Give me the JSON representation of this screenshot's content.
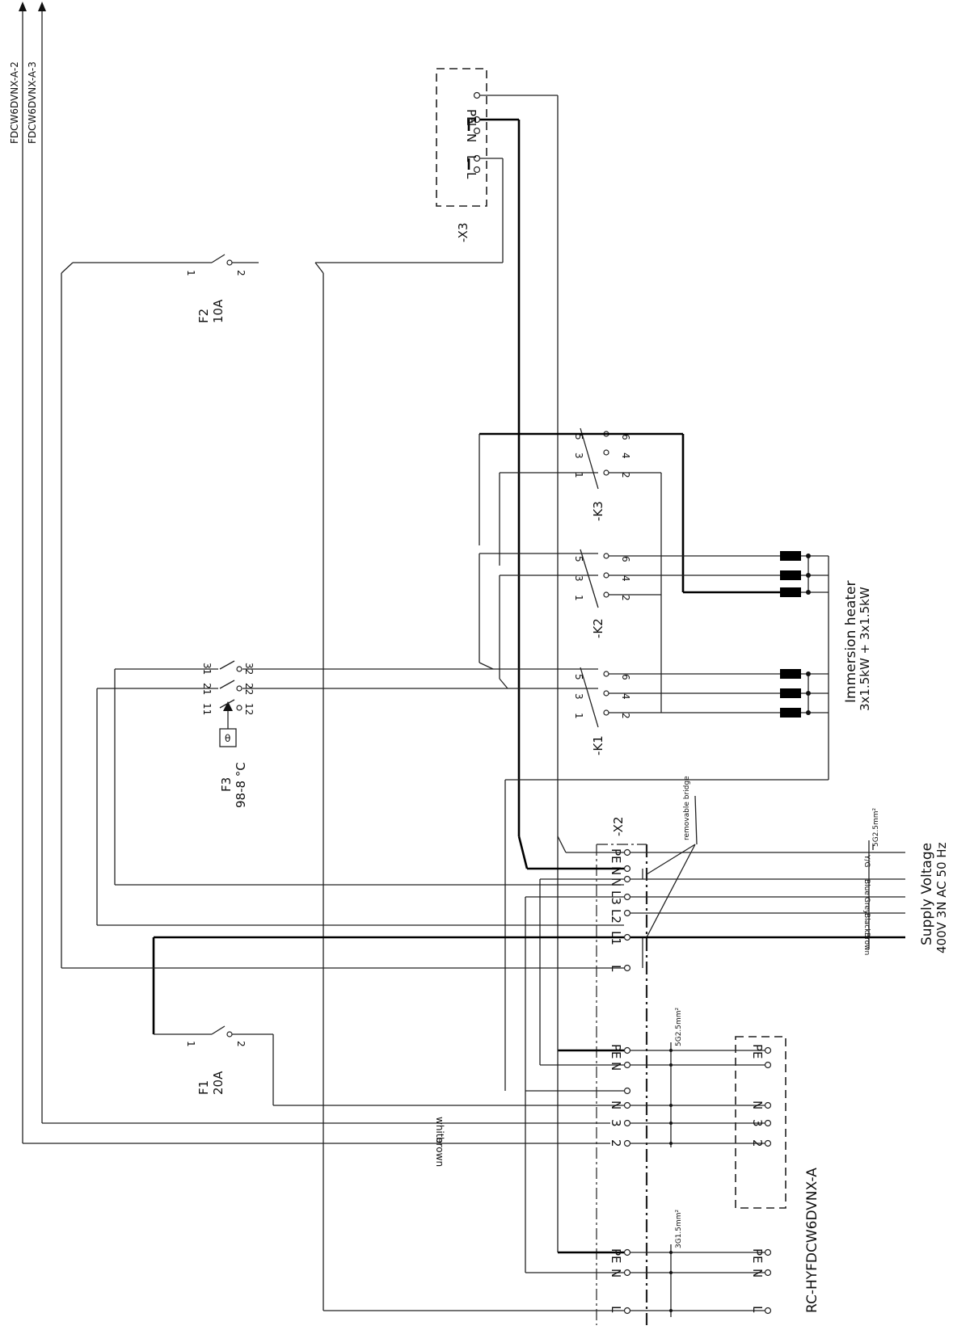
{
  "upper_left_labels": [
    "FDCW6DVNX-A-2",
    "FDCW6DVNX-A-3"
  ],
  "unit_label": "RC-HYFDCW6DVNX-A",
  "terminals": {
    "x3": {
      "name": "-X3",
      "pins": [
        "PE",
        "N",
        "N",
        "L",
        "L"
      ]
    },
    "x2": {
      "name": "-X2",
      "pins": [
        "PE",
        "N",
        "N",
        "L3",
        "L2",
        "L1",
        "L"
      ],
      "bridge_note": "removable bridge"
    },
    "unit_block": {
      "pins": [
        "PE",
        "N",
        "N",
        "3",
        "2",
        "PE",
        "N",
        "L"
      ]
    },
    "unit_right": {
      "pins": [
        "PE",
        "N",
        "3",
        "2",
        "PE",
        "N",
        "L"
      ]
    }
  },
  "breakers": {
    "f1": {
      "name": "F1",
      "rating": "20A",
      "pins": [
        "1",
        "2"
      ]
    },
    "f2": {
      "name": "F2",
      "rating": "10A",
      "pins": [
        "1",
        "2"
      ]
    },
    "f3": {
      "name": "F3",
      "setting": "98-8 °C",
      "pins": [
        "11",
        "12",
        "21",
        "22",
        "31",
        "32"
      ],
      "symbol": "θ"
    }
  },
  "contactors": [
    {
      "name": "-K1",
      "pins": [
        "1",
        "2",
        "3",
        "4",
        "5",
        "6"
      ]
    },
    {
      "name": "-K2",
      "pins": [
        "1",
        "2",
        "3",
        "4",
        "5",
        "6"
      ]
    },
    {
      "name": "-K3",
      "pins": [
        "1",
        "2",
        "3",
        "4",
        "5",
        "6"
      ]
    }
  ],
  "heater": {
    "label_line1": "Immersion heater",
    "label_line2": "3x1.5kW  +   3x1.5kW"
  },
  "supply": {
    "label_line1": "Supply Voltage",
    "label_line2": "400V 3N AC 50 Hz",
    "cable": "5G2.5mm²",
    "wire_colors": [
      "Y/G",
      "Blue",
      "Grey",
      "Black",
      "Brown"
    ]
  },
  "cables": {
    "unit_cable": "5G2.5mm²",
    "aux_cable": "3G1.5mm²"
  },
  "wire_labels": [
    "white",
    "brown"
  ]
}
